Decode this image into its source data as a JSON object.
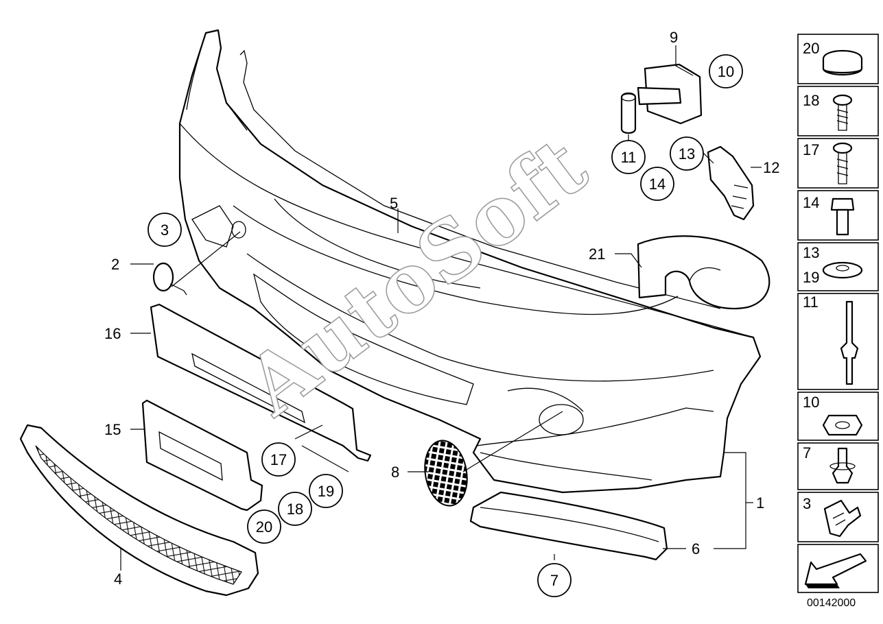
{
  "watermark": "AutoSoft",
  "diagram_code": "00142000",
  "labels": {
    "p1": "1",
    "p2": "2",
    "p3": "3",
    "p4": "4",
    "p5": "5",
    "p6": "6",
    "p7": "7",
    "p8": "8",
    "p9": "9",
    "p10": "10",
    "p11": "11",
    "p12": "12",
    "p13": "13",
    "p14": "14",
    "p15": "15",
    "p16": "16",
    "p17": "17",
    "p18": "18",
    "p19": "19",
    "p20": "20",
    "p21": "21"
  },
  "side_panel": {
    "items": [
      {
        "labels": [
          "20"
        ]
      },
      {
        "labels": [
          "18"
        ]
      },
      {
        "labels": [
          "17"
        ]
      },
      {
        "labels": [
          "14"
        ]
      },
      {
        "labels": [
          "13",
          "19"
        ]
      },
      {
        "labels": [
          "11"
        ]
      },
      {
        "labels": [
          "10"
        ]
      },
      {
        "labels": [
          "7"
        ]
      },
      {
        "labels": [
          "3"
        ]
      }
    ]
  }
}
